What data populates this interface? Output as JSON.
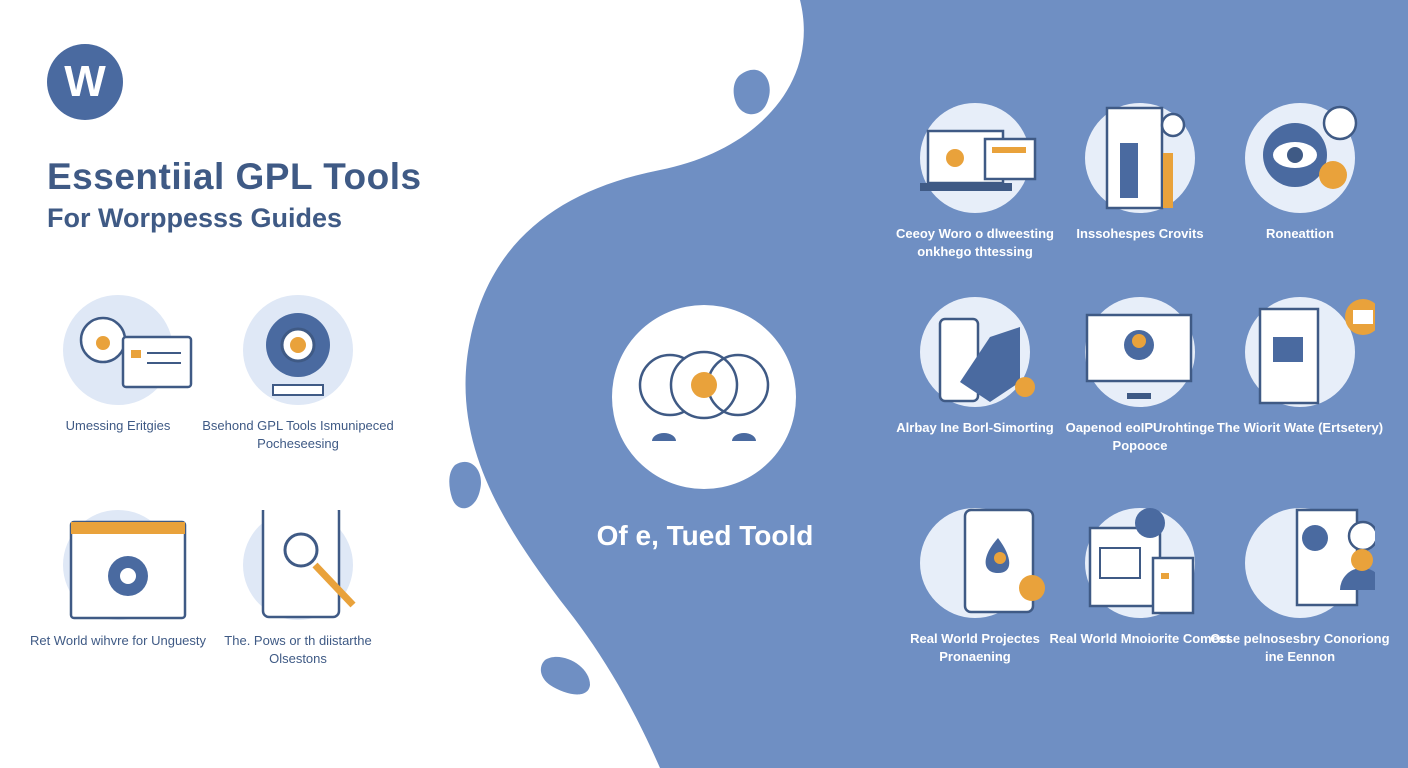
{
  "logo": {
    "letter": "W"
  },
  "header": {
    "title": "Essentiial GPL Tools",
    "subtitle": "For Worppesss Guides"
  },
  "center": {
    "title": "Of e, Tued Toold"
  },
  "left_items": [
    {
      "label": "Umessing Eritgies",
      "icon": "robot-browser-icon"
    },
    {
      "label": "Bsehond GPL Tools Ismunipeced Pocheseesing",
      "icon": "gear-target-icon"
    },
    {
      "label": "Ret World wihvre for Unguesty",
      "icon": "browser-gear-icon"
    },
    {
      "label": "The. Pows or th diistarthe Olsestons",
      "icon": "tablet-wordpress-icon"
    }
  ],
  "right_items": [
    {
      "label": "Ceeoy Woro o dlweesting onkhego thtessing",
      "icon": "laptop-dashboard-icon"
    },
    {
      "label": "Inssohespes Crovits",
      "icon": "document-gear-icon"
    },
    {
      "label": "Roneattion",
      "icon": "eye-chat-icon"
    },
    {
      "label": "Alrbay Ine Borl-Simorting",
      "icon": "phone-shield-icon"
    },
    {
      "label": "Oapenod eoIPUrohtinge Popooce",
      "icon": "monitor-user-icon"
    },
    {
      "label": "The Wiorit Wate (Ertsetery)",
      "icon": "document-mail-icon"
    },
    {
      "label": "Real World Projectes Pronaening",
      "icon": "tablet-flame-icon"
    },
    {
      "label": "Real World Mnoiorite Comest",
      "icon": "browser-docs-icon"
    },
    {
      "label": "Orse pelnosesbry Conoriong ine Eennon",
      "icon": "music-user-icon"
    }
  ],
  "colors": {
    "blue": "#6f8fc3",
    "dark": "#3f5a85",
    "orange": "#e9a23b"
  }
}
